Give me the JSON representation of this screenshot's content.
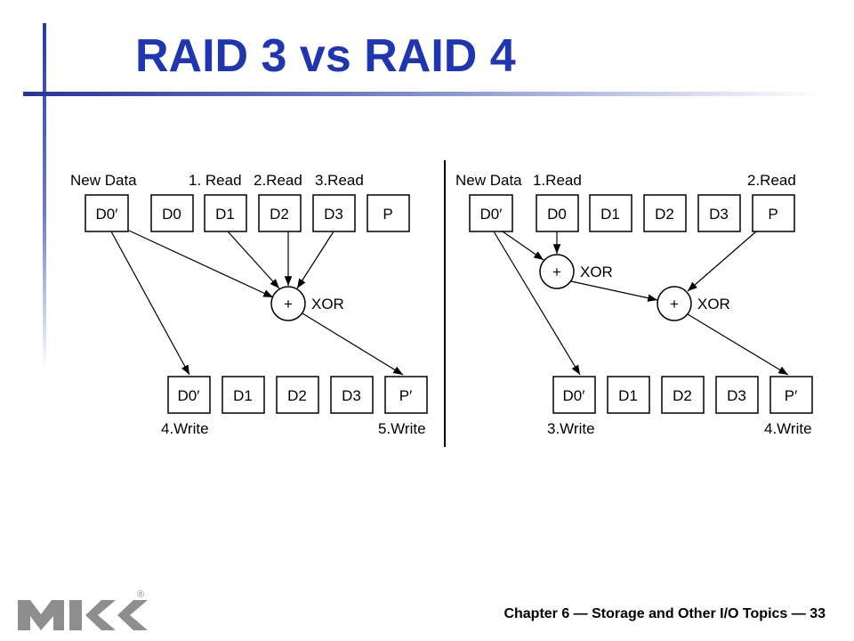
{
  "slide": {
    "title": "RAID 3 vs RAID 4",
    "footer": "Chapter 6 — Storage and Other I/O Topics — 33",
    "logo_mark": "®",
    "colors": {
      "title": "#2036b0",
      "accent_bar": "#24349c"
    }
  },
  "raid3": {
    "labels": {
      "new_data": "New Data",
      "read1": "1. Read",
      "read2": "2.Read",
      "read3": "3.Read",
      "write_data": "4.Write",
      "write_parity": "5.Write"
    },
    "top_blocks": [
      "D0′",
      "D0",
      "D1",
      "D2",
      "D3",
      "P"
    ],
    "xor": {
      "symbol": "+",
      "label": "XOR"
    },
    "bottom_blocks": [
      "D0′",
      "D1",
      "D2",
      "D3",
      "P′"
    ]
  },
  "raid4": {
    "labels": {
      "new_data": "New Data",
      "read1": "1.Read",
      "read2": "2.Read",
      "write_data": "3.Write",
      "write_parity": "4.Write"
    },
    "top_blocks": [
      "D0′",
      "D0",
      "D1",
      "D2",
      "D3",
      "P"
    ],
    "xor1": {
      "symbol": "+",
      "label": "XOR"
    },
    "xor2": {
      "symbol": "+",
      "label": "XOR"
    },
    "bottom_blocks": [
      "D0′",
      "D1",
      "D2",
      "D3",
      "P′"
    ]
  }
}
